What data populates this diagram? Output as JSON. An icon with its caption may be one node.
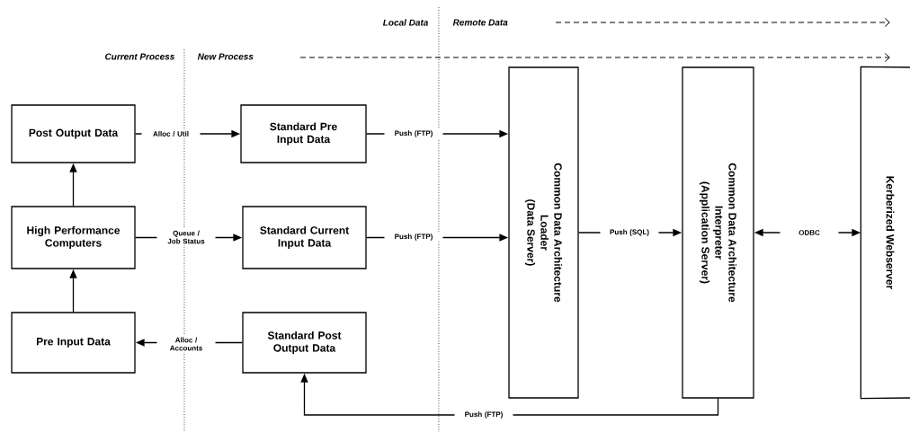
{
  "diagram": {
    "nodes": [
      {
        "text": [
          "Post Output Data"
        ]
      },
      {
        "text": [
          "Standard Pre Input Data"
        ]
      },
      {
        "text": [
          "High Performance Computers"
        ]
      },
      {
        "text": [
          "Standard Current Input Data"
        ]
      },
      {
        "text": [
          "Pre Input Data"
        ]
      },
      {
        "text": [
          "Standard Post Output Data"
        ]
      },
      {
        "text": [
          "Common Data Architecture Loader",
          "(Data Server)"
        ]
      },
      {
        "text": [
          "Common Data Architecture Interpreter",
          "(Application Server)"
        ]
      },
      {
        "text": [
          "Kerberized Webserver"
        ]
      }
    ],
    "edges": [
      {
        "from": 0,
        "to": 1,
        "arrow": "to",
        "label": "Alloc / Util"
      },
      {
        "from": 2,
        "to": 3,
        "arrow": "to",
        "label": "Queue / Job Status"
      },
      {
        "from": 5,
        "to": 4,
        "arrow": "to",
        "label": "Alloc / Accounts"
      },
      {
        "from": 4,
        "to": 2,
        "arrow": "to"
      },
      {
        "from": 2,
        "to": 0,
        "arrow": "to"
      },
      {
        "from": 1,
        "to": 6,
        "arrow": "to",
        "label": "Push (FTP)"
      },
      {
        "from": 3,
        "to": 6,
        "arrow": "to",
        "label": "Push (FTP)"
      },
      {
        "from": 6,
        "to": 7,
        "arrow": "to",
        "label": "Push (SQL)"
      },
      {
        "from": 7,
        "to": 8,
        "arrow": "both",
        "label": "ODBC"
      },
      {
        "from": 7,
        "to": 5,
        "arrow": "to",
        "label": "Push (FTP)"
      }
    ],
    "labels": [
      "Local Data",
      "Remote Data",
      "Current Process",
      "New Process"
    ]
  }
}
